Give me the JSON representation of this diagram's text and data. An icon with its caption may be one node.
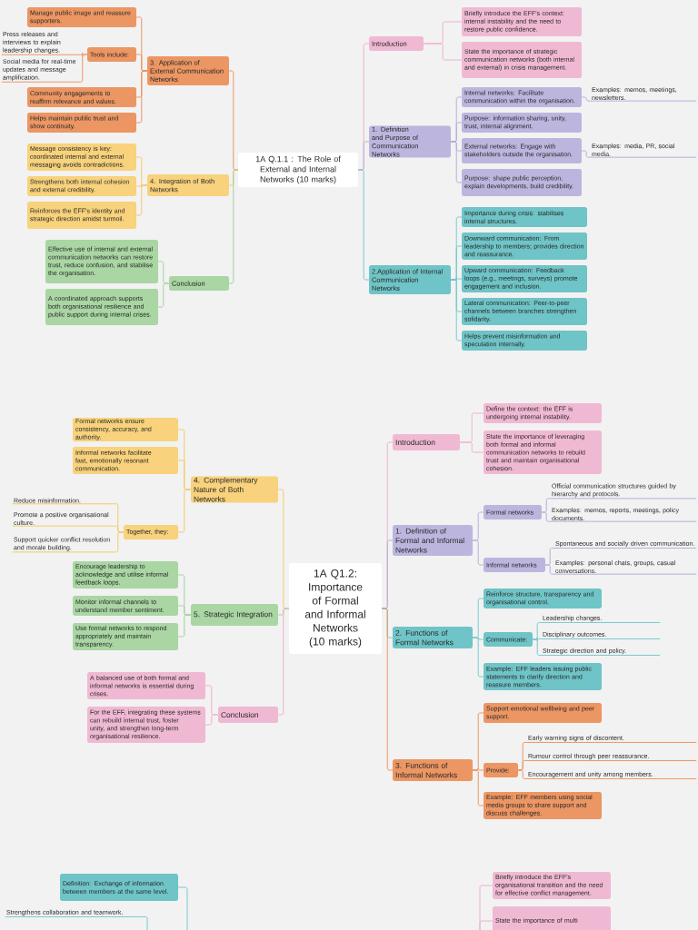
{
  "diagram": {
    "nodes": [
      {
        "text": [
          "1A Q.1.1 : The Role of External and Internal Networks (10 marks)"
        ]
      },
      {
        "text": [
          "Introduction"
        ]
      },
      {
        "text": [
          "Briefly introduce the EFF's context: internal instability and the need to restore public confidence."
        ]
      },
      {
        "text": [
          "State the importance of strategic communication networks (both internal and external) in crisis management."
        ]
      },
      {
        "text": [
          "1. Definition and Purpose of Communication Networks"
        ]
      },
      {
        "text": [
          "Internal networks: Facilitate communication within the organisation."
        ]
      },
      {
        "text": [
          "Examples: memos, meetings, newsletters."
        ]
      },
      {
        "text": [
          "Purpose: information sharing, unity, trust, internal alignment."
        ]
      },
      {
        "text": [
          "External networks: Engage with stakeholders outside the organisation."
        ]
      },
      {
        "text": [
          "Examples: media, PR, social media."
        ]
      },
      {
        "text": [
          "Purpose: shape public perception, explain developments, build credibility."
        ]
      },
      {
        "text": [
          "2.Application of Internal Communication Networks"
        ]
      },
      {
        "text": [
          "Importance during crisis: stabilises internal structures."
        ]
      },
      {
        "text": [
          "Downward communication: From leadership to members; provides direction and reassurance."
        ]
      },
      {
        "text": [
          "Upward communication: Feedback loops (e.g., meetings, surveys) promote engagement and inclusion."
        ]
      },
      {
        "text": [
          "Lateral communication: Peer-to-peer channels between branches strengthen solidarity."
        ]
      },
      {
        "text": [
          "Helps prevent misinformation and speculation internally."
        ]
      },
      {
        "text": [
          "3. Application of External Communication Networks"
        ]
      },
      {
        "text": [
          "Manage public image and reassure supporters."
        ]
      },
      {
        "text": [
          "Tools include:"
        ]
      },
      {
        "text": [
          "Press releases and interviews to explain leadership changes."
        ]
      },
      {
        "text": [
          "Social media for real-time updates and message amplification."
        ]
      },
      {
        "text": [
          "Community engagements to reaffirm relevance and values."
        ]
      },
      {
        "text": [
          "Helps maintain public trust and show continuity."
        ]
      },
      {
        "text": [
          "4. Integration of Both Networks"
        ]
      },
      {
        "text": [
          "Message consistency is key: coordinated internal and external messaging avoids contradictions."
        ]
      },
      {
        "text": [
          "Strengthens both internal cohesion and external credibility."
        ]
      },
      {
        "text": [
          "Reinforces the EFF's identity and strategic direction amidst turmoil."
        ]
      },
      {
        "text": [
          "Conclusion"
        ]
      },
      {
        "text": [
          "Effective use of internal and external communication networks can restore trust, reduce confusion, and stabilise the organisation."
        ]
      },
      {
        "text": [
          "A coordinated approach supports both organisational resilience and public support during internal crises."
        ]
      },
      {
        "text": [
          "1A Q1.2: Importance of Formal and Informal Networks (10 marks)"
        ]
      },
      {
        "text": [
          "Introduction"
        ]
      },
      {
        "text": [
          "Define the context: the EFF is undergoing internal instability."
        ]
      },
      {
        "text": [
          "State the importance of leveraging both formal and informal communication networks to rebuild trust and maintain organisational cohesion."
        ]
      },
      {
        "text": [
          "1. Definition of Formal and Informal Networks"
        ]
      },
      {
        "text": [
          "Formal networks"
        ]
      },
      {
        "text": [
          "Official communication structures guided by hierarchy and protocols."
        ]
      },
      {
        "text": [
          "Examples: memos, reports, meetings, policy documents."
        ]
      },
      {
        "text": [
          "Informal networks"
        ]
      },
      {
        "text": [
          "Spontaneous and socially driven communication."
        ]
      },
      {
        "text": [
          "Examples: personal chats, groups, casual conversations."
        ]
      },
      {
        "text": [
          "2. Functions of Formal Networks"
        ]
      },
      {
        "text": [
          "Reinforce structure, transparency and organisational control."
        ]
      },
      {
        "text": [
          "Communicate:"
        ]
      },
      {
        "text": [
          "Leadership changes."
        ]
      },
      {
        "text": [
          "Disciplinary outcomes."
        ]
      },
      {
        "text": [
          "Strategic direction and policy."
        ]
      },
      {
        "text": [
          "Example: EFF leaders issuing public statements to clarify direction and reassure members."
        ]
      },
      {
        "text": [
          "3. Functions of Informal Networks"
        ]
      },
      {
        "text": [
          "Support emotional wellbeing and peer support."
        ]
      },
      {
        "text": [
          "Provide:"
        ]
      },
      {
        "text": [
          "Early warning signs of discontent."
        ]
      },
      {
        "text": [
          "Rumour control through peer reassurance."
        ]
      },
      {
        "text": [
          "Encouragement and unity among members."
        ]
      },
      {
        "text": [
          "Example: EFF members using social media groups to share support and discuss challenges."
        ]
      },
      {
        "text": [
          "4. Complementary Nature of Both Networks"
        ]
      },
      {
        "text": [
          "Formal networks ensure consistency, accuracy, and authority."
        ]
      },
      {
        "text": [
          "Informal networks facilitate fast, emotionally resonant communication."
        ]
      },
      {
        "text": [
          "Together, they:"
        ]
      },
      {
        "text": [
          "Reduce misinformation."
        ]
      },
      {
        "text": [
          "Promote a positive organisational culture."
        ]
      },
      {
        "text": [
          "Support quicker conflict resolution and morale building."
        ]
      },
      {
        "text": [
          "5. Strategic Integration"
        ]
      },
      {
        "text": [
          "Encourage leadership to acknowledge and utilise informal feedback loops."
        ]
      },
      {
        "text": [
          "Monitor informal channels to understand member sentiment."
        ]
      },
      {
        "text": [
          "Use formal networks to respond appropriately and maintain transparency."
        ]
      },
      {
        "text": [
          "Conclusion"
        ]
      },
      {
        "text": [
          "A balanced use of both formal and informal networks is essential during crises."
        ]
      },
      {
        "text": [
          "For the EFF, integrating these systems can rebuild internal trust, foster unity, and strengthen long-term organisational resilience."
        ]
      },
      {
        "text": [
          "Definition: Exchange of information between members at the same level."
        ]
      },
      {
        "text": [
          "Strengthens collaboration and teamwork."
        ]
      },
      {
        "text": [
          "Briefly introduce the EFF's organisational transition and the need for effective conflict management."
        ]
      },
      {
        "text": [
          "State the importance of multi"
        ]
      }
    ],
    "edges": [
      {
        "from": 0,
        "to": 1,
        "arrow": "none",
        "color": "#eea9cb"
      },
      {
        "from": 1,
        "to": 2,
        "arrow": "none",
        "color": "#eea9cb"
      },
      {
        "from": 1,
        "to": 3,
        "arrow": "none",
        "color": "#eea9cb"
      },
      {
        "from": 0,
        "to": 4,
        "arrow": "none",
        "color": "#b0a8d8"
      },
      {
        "from": 4,
        "to": 5,
        "arrow": "none",
        "color": "#b0a8d8"
      },
      {
        "from": 5,
        "to": 6,
        "arrow": "none",
        "color": "#b0a8d8"
      },
      {
        "from": 4,
        "to": 7,
        "arrow": "none",
        "color": "#b0a8d8"
      },
      {
        "from": 4,
        "to": 8,
        "arrow": "none",
        "color": "#b0a8d8"
      },
      {
        "from": 8,
        "to": 9,
        "arrow": "none",
        "color": "#b0a8d8"
      },
      {
        "from": 4,
        "to": 10,
        "arrow": "none",
        "color": "#b0a8d8"
      },
      {
        "from": 0,
        "to": 11,
        "arrow": "none",
        "color": "#6cc4c8"
      },
      {
        "from": 11,
        "to": 12,
        "arrow": "none",
        "color": "#6cc4c8"
      },
      {
        "from": 11,
        "to": 13,
        "arrow": "none",
        "color": "#6cc4c8"
      },
      {
        "from": 11,
        "to": 14,
        "arrow": "none",
        "color": "#6cc4c8"
      },
      {
        "from": 11,
        "to": 15,
        "arrow": "none",
        "color": "#6cc4c8"
      },
      {
        "from": 11,
        "to": 16,
        "arrow": "none",
        "color": "#6cc4c8"
      },
      {
        "from": 0,
        "to": 17,
        "arrow": "none",
        "color": "#ec8b55"
      },
      {
        "from": 17,
        "to": 18,
        "arrow": "none",
        "color": "#ec8b55"
      },
      {
        "from": 17,
        "to": 19,
        "arrow": "none",
        "color": "#ec8b55"
      },
      {
        "from": 19,
        "to": 20,
        "arrow": "none",
        "color": "#ec8b55"
      },
      {
        "from": 19,
        "to": 21,
        "arrow": "none",
        "color": "#ec8b55"
      },
      {
        "from": 17,
        "to": 22,
        "arrow": "none",
        "color": "#ec8b55"
      },
      {
        "from": 17,
        "to": 23,
        "arrow": "none",
        "color": "#ec8b55"
      },
      {
        "from": 0,
        "to": 24,
        "arrow": "none",
        "color": "#f5c55e"
      },
      {
        "from": 24,
        "to": 25,
        "arrow": "none",
        "color": "#f5c55e"
      },
      {
        "from": 24,
        "to": 26,
        "arrow": "none",
        "color": "#f5c55e"
      },
      {
        "from": 24,
        "to": 27,
        "arrow": "none",
        "color": "#f5c55e"
      },
      {
        "from": 0,
        "to": 28,
        "arrow": "none",
        "color": "#98cf95"
      },
      {
        "from": 28,
        "to": 29,
        "arrow": "none",
        "color": "#98cf95"
      },
      {
        "from": 28,
        "to": 30,
        "arrow": "none",
        "color": "#98cf95"
      },
      {
        "from": 31,
        "to": 32,
        "arrow": "none",
        "color": "#eea9cb"
      },
      {
        "from": 32,
        "to": 33,
        "arrow": "none",
        "color": "#eea9cb"
      },
      {
        "from": 32,
        "to": 34,
        "arrow": "none",
        "color": "#eea9cb"
      },
      {
        "from": 31,
        "to": 35,
        "arrow": "none",
        "color": "#b0a8d8"
      },
      {
        "from": 35,
        "to": 36,
        "arrow": "none",
        "color": "#b0a8d8"
      },
      {
        "from": 36,
        "to": 37,
        "arrow": "none",
        "color": "#b0a8d8"
      },
      {
        "from": 36,
        "to": 38,
        "arrow": "none",
        "color": "#b0a8d8"
      },
      {
        "from": 35,
        "to": 39,
        "arrow": "none",
        "color": "#b0a8d8"
      },
      {
        "from": 39,
        "to": 40,
        "arrow": "none",
        "color": "#b0a8d8"
      },
      {
        "from": 39,
        "to": 41,
        "arrow": "none",
        "color": "#b0a8d8"
      },
      {
        "from": 31,
        "to": 42,
        "arrow": "none",
        "color": "#6cc4c8"
      },
      {
        "from": 42,
        "to": 43,
        "arrow": "none",
        "color": "#6cc4c8"
      },
      {
        "from": 42,
        "to": 44,
        "arrow": "none",
        "color": "#6cc4c8"
      },
      {
        "from": 44,
        "to": 45,
        "arrow": "none",
        "color": "#6cc4c8"
      },
      {
        "from": 44,
        "to": 46,
        "arrow": "none",
        "color": "#6cc4c8"
      },
      {
        "from": 44,
        "to": 47,
        "arrow": "none",
        "color": "#6cc4c8"
      },
      {
        "from": 42,
        "to": 48,
        "arrow": "none",
        "color": "#6cc4c8"
      },
      {
        "from": 31,
        "to": 49,
        "arrow": "none",
        "color": "#ec8b55"
      },
      {
        "from": 49,
        "to": 50,
        "arrow": "none",
        "color": "#ec8b55"
      },
      {
        "from": 49,
        "to": 51,
        "arrow": "none",
        "color": "#ec8b55"
      },
      {
        "from": 51,
        "to": 52,
        "arrow": "none",
        "color": "#ec8b55"
      },
      {
        "from": 51,
        "to": 53,
        "arrow": "none",
        "color": "#ec8b55"
      },
      {
        "from": 51,
        "to": 54,
        "arrow": "none",
        "color": "#ec8b55"
      },
      {
        "from": 49,
        "to": 55,
        "arrow": "none",
        "color": "#ec8b55"
      },
      {
        "from": 31,
        "to": 56,
        "arrow": "none",
        "color": "#f5c55e"
      },
      {
        "from": 56,
        "to": 57,
        "arrow": "none",
        "color": "#f5c55e"
      },
      {
        "from": 56,
        "to": 58,
        "arrow": "none",
        "color": "#f5c55e"
      },
      {
        "from": 56,
        "to": 59,
        "arrow": "none",
        "color": "#f5c55e"
      },
      {
        "from": 59,
        "to": 60,
        "arrow": "none",
        "color": "#f5c55e"
      },
      {
        "from": 59,
        "to": 61,
        "arrow": "none",
        "color": "#f5c55e"
      },
      {
        "from": 59,
        "to": 62,
        "arrow": "none",
        "color": "#f5c55e"
      },
      {
        "from": 31,
        "to": 63,
        "arrow": "none",
        "color": "#98cf95"
      },
      {
        "from": 63,
        "to": 64,
        "arrow": "none",
        "color": "#98cf95"
      },
      {
        "from": 63,
        "to": 65,
        "arrow": "none",
        "color": "#98cf95"
      },
      {
        "from": 63,
        "to": 66,
        "arrow": "none",
        "color": "#98cf95"
      },
      {
        "from": 31,
        "to": 67,
        "arrow": "none",
        "color": "#eea9cb"
      },
      {
        "from": 67,
        "to": 68,
        "arrow": "none",
        "color": "#eea9cb"
      },
      {
        "from": 67,
        "to": 69,
        "arrow": "none",
        "color": "#eea9cb"
      },
      {
        "from": null,
        "to": 70,
        "arrow": "none",
        "color": "#6cc4c8"
      },
      {
        "from": null,
        "to": 71,
        "arrow": "none",
        "color": "#6cc4c8"
      },
      {
        "from": null,
        "to": 72,
        "arrow": "none",
        "color": "#eea9cb"
      },
      {
        "from": null,
        "to": 73,
        "arrow": "none",
        "color": "#eea9cb"
      }
    ]
  }
}
